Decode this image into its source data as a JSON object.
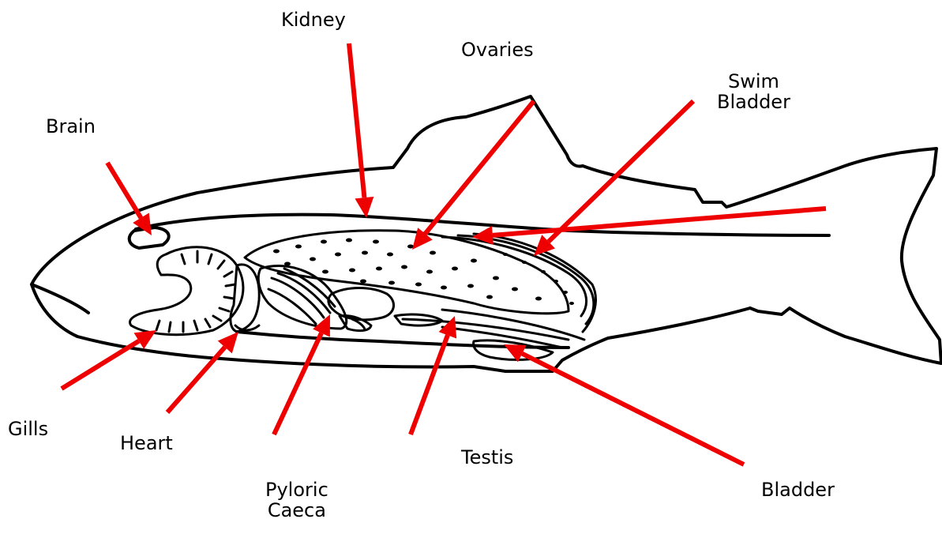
{
  "colors": {
    "arrow": "#ee0000",
    "outline": "#000000",
    "background": "#ffffff"
  },
  "labels": {
    "kidney": "Kidney",
    "ovaries": "Ovaries",
    "swim_bladder_line1": "Swim",
    "swim_bladder_line2": "Bladder",
    "brain": "Brain",
    "gills": "Gills",
    "heart": "Heart",
    "testis": "Testis",
    "pyloric_caeca_line1": "Pyloric",
    "pyloric_caeca_line2": "Caeca",
    "bladder": "Bladder"
  }
}
